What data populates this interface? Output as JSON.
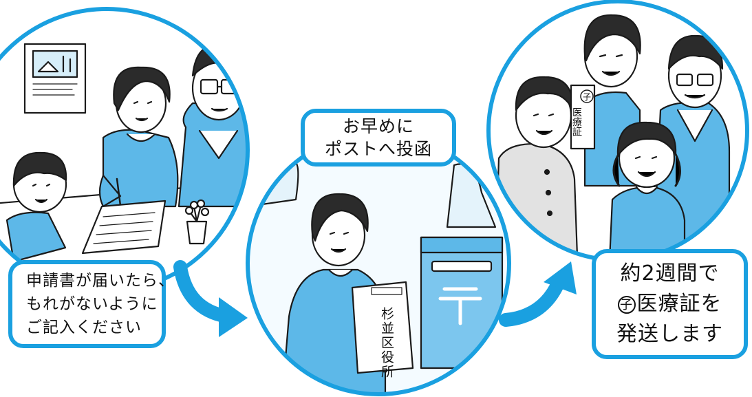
{
  "colors": {
    "accent": "#1aa0e0",
    "panel_fill": "#f4fbff",
    "clothing": "#5db8e8",
    "skin": "#ffffff",
    "line": "#1a1a1a"
  },
  "scenes": {
    "left": {
      "caption_lines": [
        "申請書が届いたら、",
        "もれがないように",
        "ご記入ください"
      ]
    },
    "middle": {
      "caption_lines": [
        "お早めに",
        "ポストへ投函"
      ],
      "envelope_text": "杉並区役所"
    },
    "right": {
      "caption_line1": "約2週間で",
      "caption_circled_char": "子",
      "caption_line2_rest": "医療証を",
      "caption_line3": "発送します",
      "card_circled_char": "子",
      "card_text": "医療証"
    }
  },
  "icons": {
    "arrow_left_to_middle": "curved-arrow-right-icon",
    "arrow_middle_to_right": "curved-arrow-up-right-icon",
    "postbox_mark": "japan-post-mark-icon"
  }
}
